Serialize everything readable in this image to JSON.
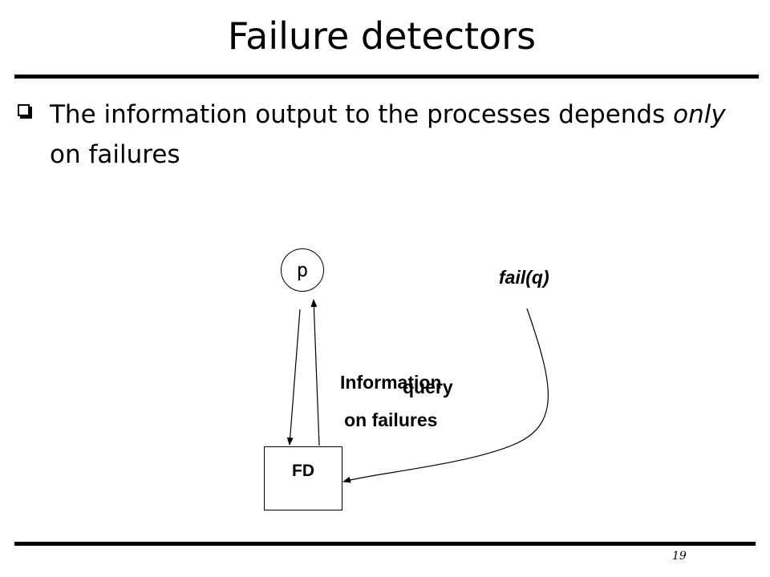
{
  "slide": {
    "title": "Failure detectors",
    "bullet": {
      "part1": "The information output to the processes depends ",
      "emphasis": "only",
      "part2": " on failures"
    },
    "page_number": "19"
  },
  "diagram": {
    "process_node": "p",
    "detector_box": "FD",
    "fail_label": "fail(q)",
    "query_label": "query",
    "info_label_line1": "Information",
    "info_label_line2": "on failures"
  }
}
